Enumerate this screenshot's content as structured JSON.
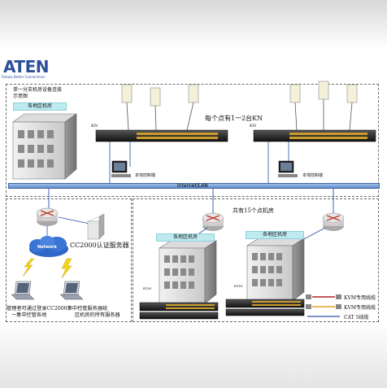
{
  "logo": {
    "name": "ATEN",
    "tagline": "Simply Better Connections"
  },
  "top_section": {
    "title_line1": "单一分支机房设备连接",
    "title_line2": "示意图",
    "room_label": "各地区机房",
    "kn_label_left": "KN",
    "kn_label_right": "KN",
    "count_text": "每个点有1一2台KN",
    "local_console_left": "本地控制端",
    "local_console_right": "本地控制端"
  },
  "network": {
    "backbone_label": "Internet/LAN"
  },
  "left_section": {
    "cloud_label": "Network",
    "server_label": "CC2000认证服务器",
    "caption_line1": "管理者可通过登录CC2000集中控管服务器统",
    "caption_line2": "一集中控管各地",
    "caption_line3": "区机房的所有服务器"
  },
  "right_section": {
    "total_text": "共有15个点机房",
    "room_label_left": "各地区机房",
    "room_label_right": "各地区机房",
    "kvm_tag_left": "KVM",
    "kvm_tag_right": "KVM"
  },
  "legend": {
    "items": [
      {
        "label": "KVM专用线缆",
        "color": "#b22222"
      },
      {
        "label": "KVM专用线缆",
        "color": "#e0a020"
      },
      {
        "label": "CAT 5线缆",
        "color": "#2b4fa8"
      }
    ]
  }
}
